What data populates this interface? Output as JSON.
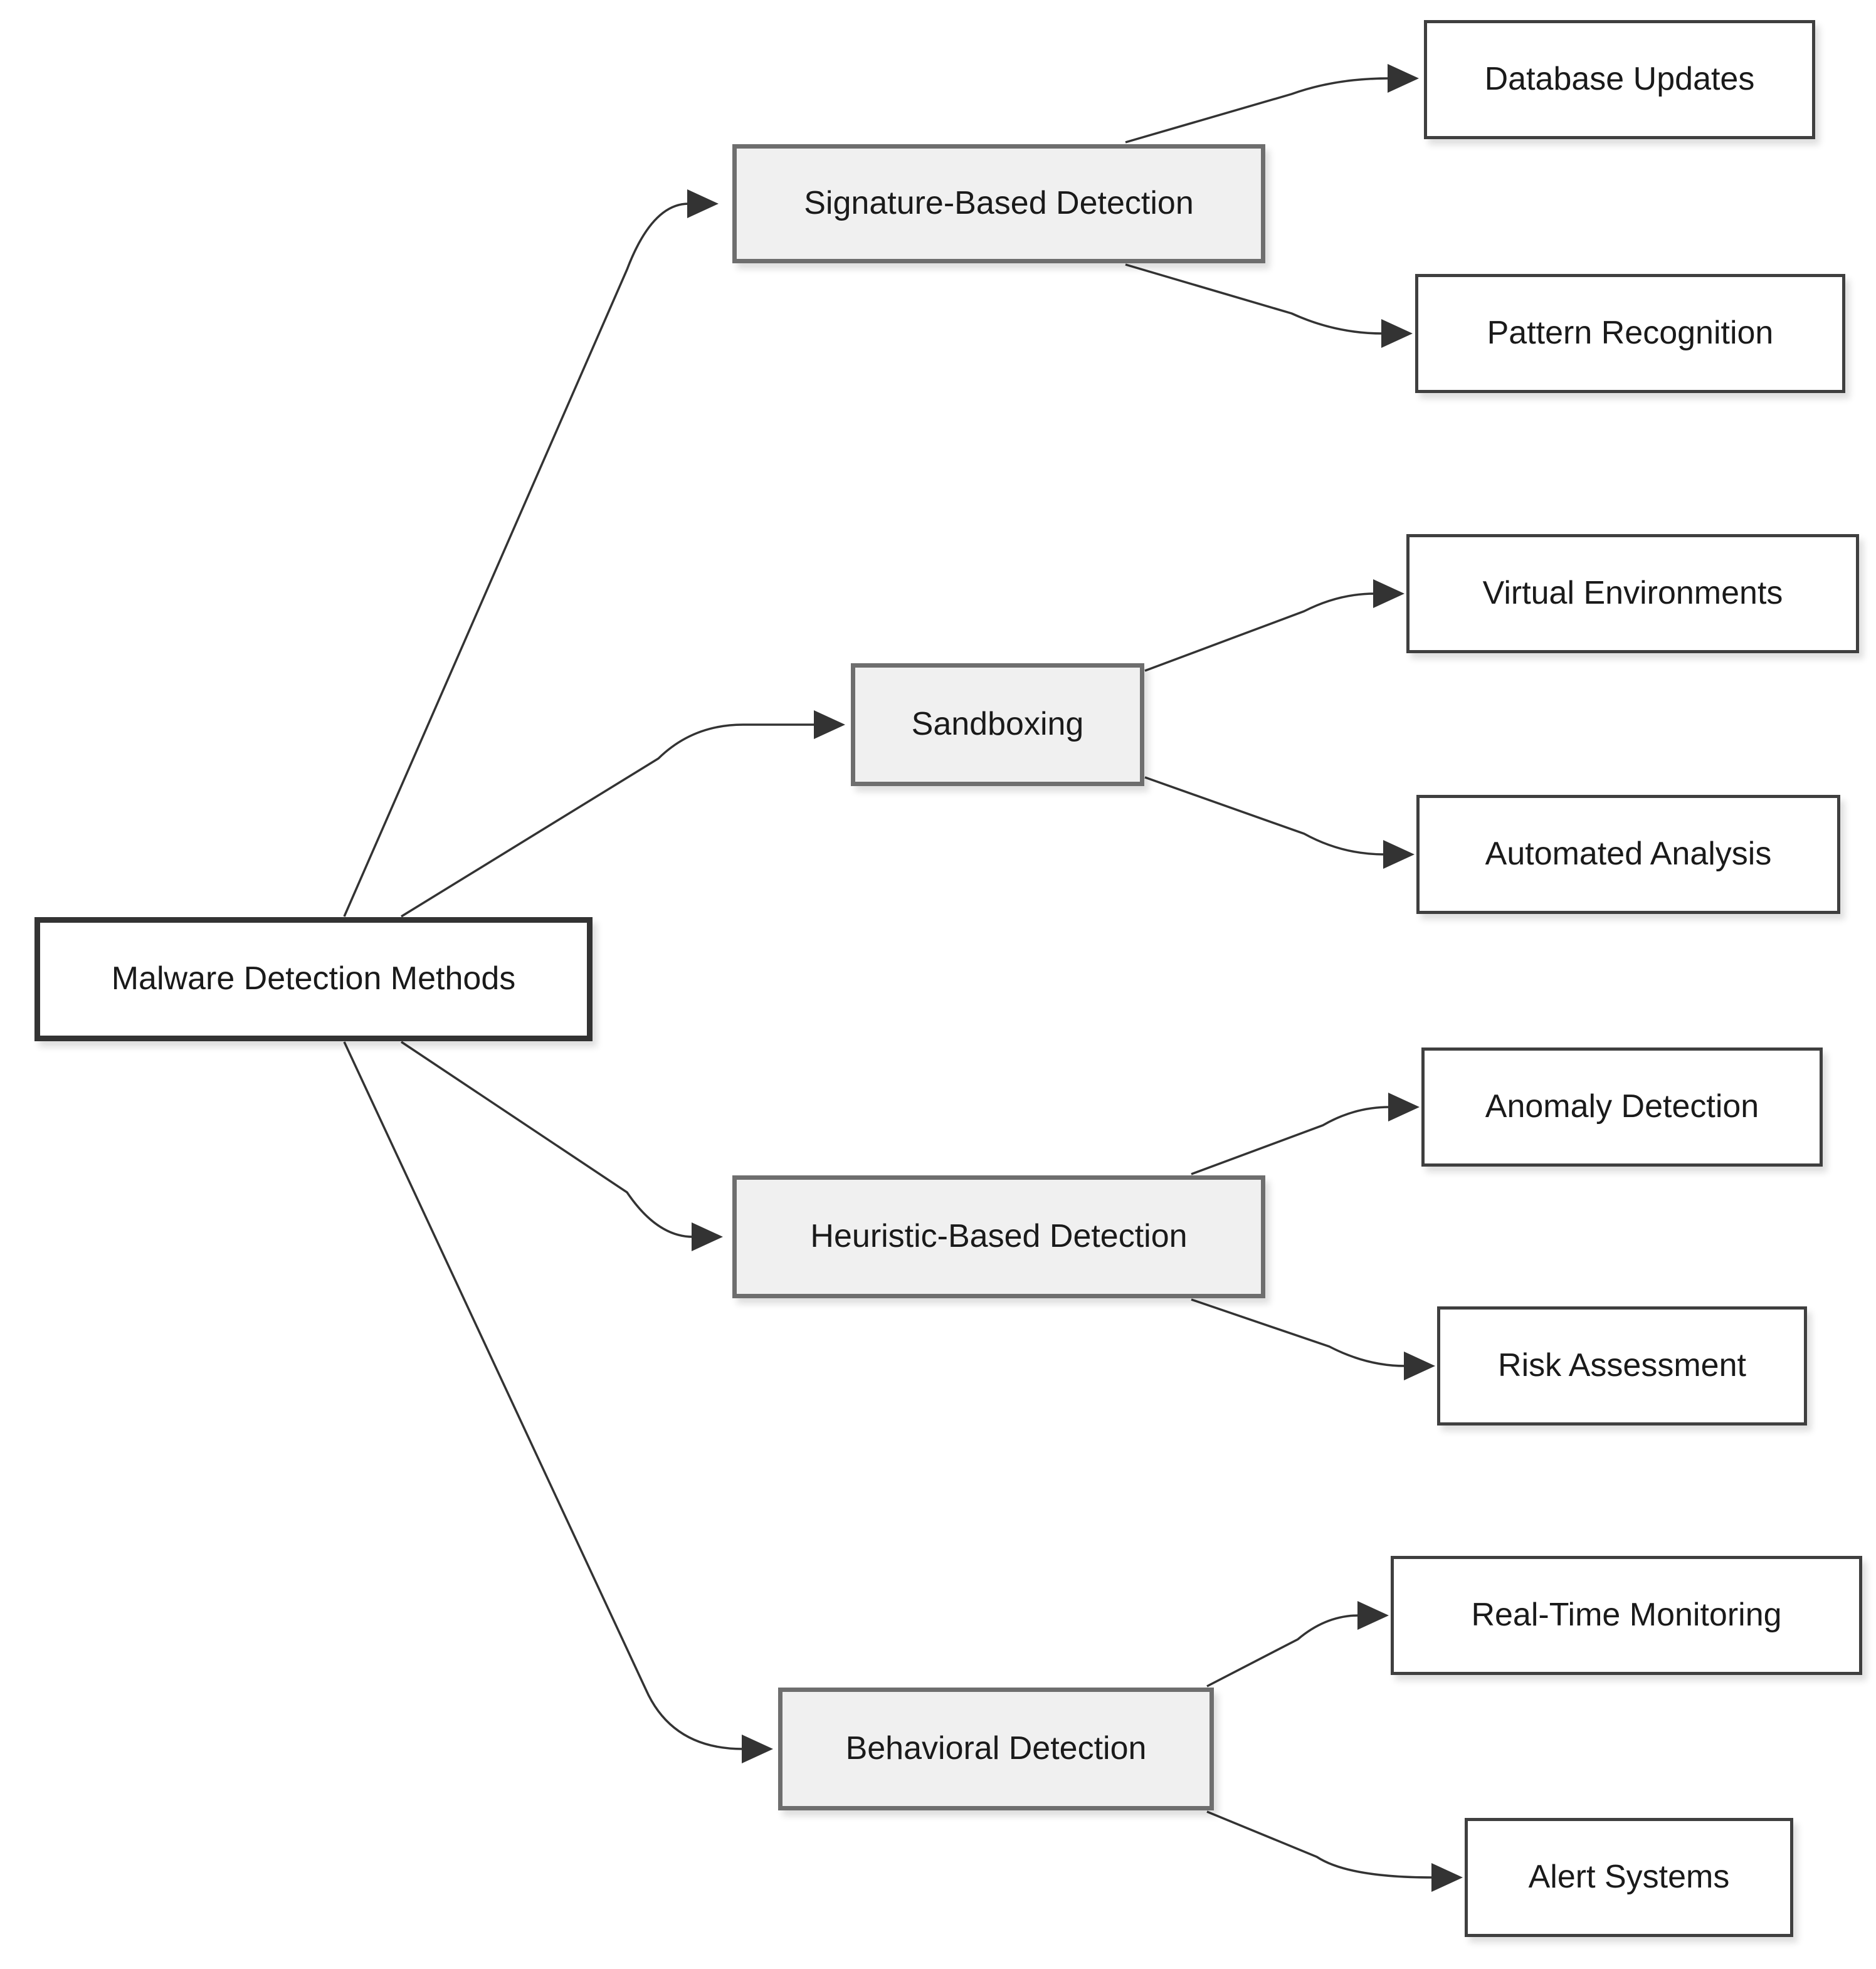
{
  "diagram": {
    "type": "flowchart-left-to-right",
    "root": {
      "label": "Malware Detection Methods"
    },
    "branches": [
      {
        "label": "Signature-Based Detection",
        "children": [
          {
            "label": "Database Updates"
          },
          {
            "label": "Pattern Recognition"
          }
        ]
      },
      {
        "label": "Sandboxing",
        "children": [
          {
            "label": "Virtual Environments"
          },
          {
            "label": "Automated Analysis"
          }
        ]
      },
      {
        "label": "Heuristic-Based Detection",
        "children": [
          {
            "label": "Anomaly Detection"
          },
          {
            "label": "Risk Assessment"
          }
        ]
      },
      {
        "label": "Behavioral Detection",
        "children": [
          {
            "label": "Real-Time Monitoring"
          },
          {
            "label": "Alert Systems"
          }
        ]
      }
    ],
    "colors": {
      "root_border": "#333333",
      "branch_fill": "#f0f0f0",
      "branch_border": "#6e6e6e",
      "leaf_fill": "#ffffff",
      "leaf_border": "#3f3f3f",
      "edge": "#333333",
      "text": "#1a1a1a",
      "canvas_bg": "#ffffff"
    }
  }
}
